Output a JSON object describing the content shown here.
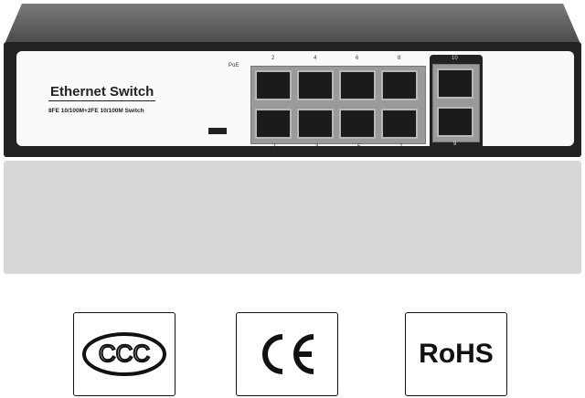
{
  "device": {
    "title": "Ethernet Switch",
    "subtitle": "8FE 10/100M+2FE 10/100M Switch",
    "poe_label": "PoE",
    "top_port_numbers": [
      "2",
      "4",
      "6",
      "8"
    ],
    "bottom_port_labels": [
      "1",
      "3",
      "5",
      "7"
    ],
    "uplink_number_top": "10",
    "uplink_number_bottom": "9"
  },
  "certifications": [
    "CCC",
    "CE",
    "RoHS"
  ]
}
